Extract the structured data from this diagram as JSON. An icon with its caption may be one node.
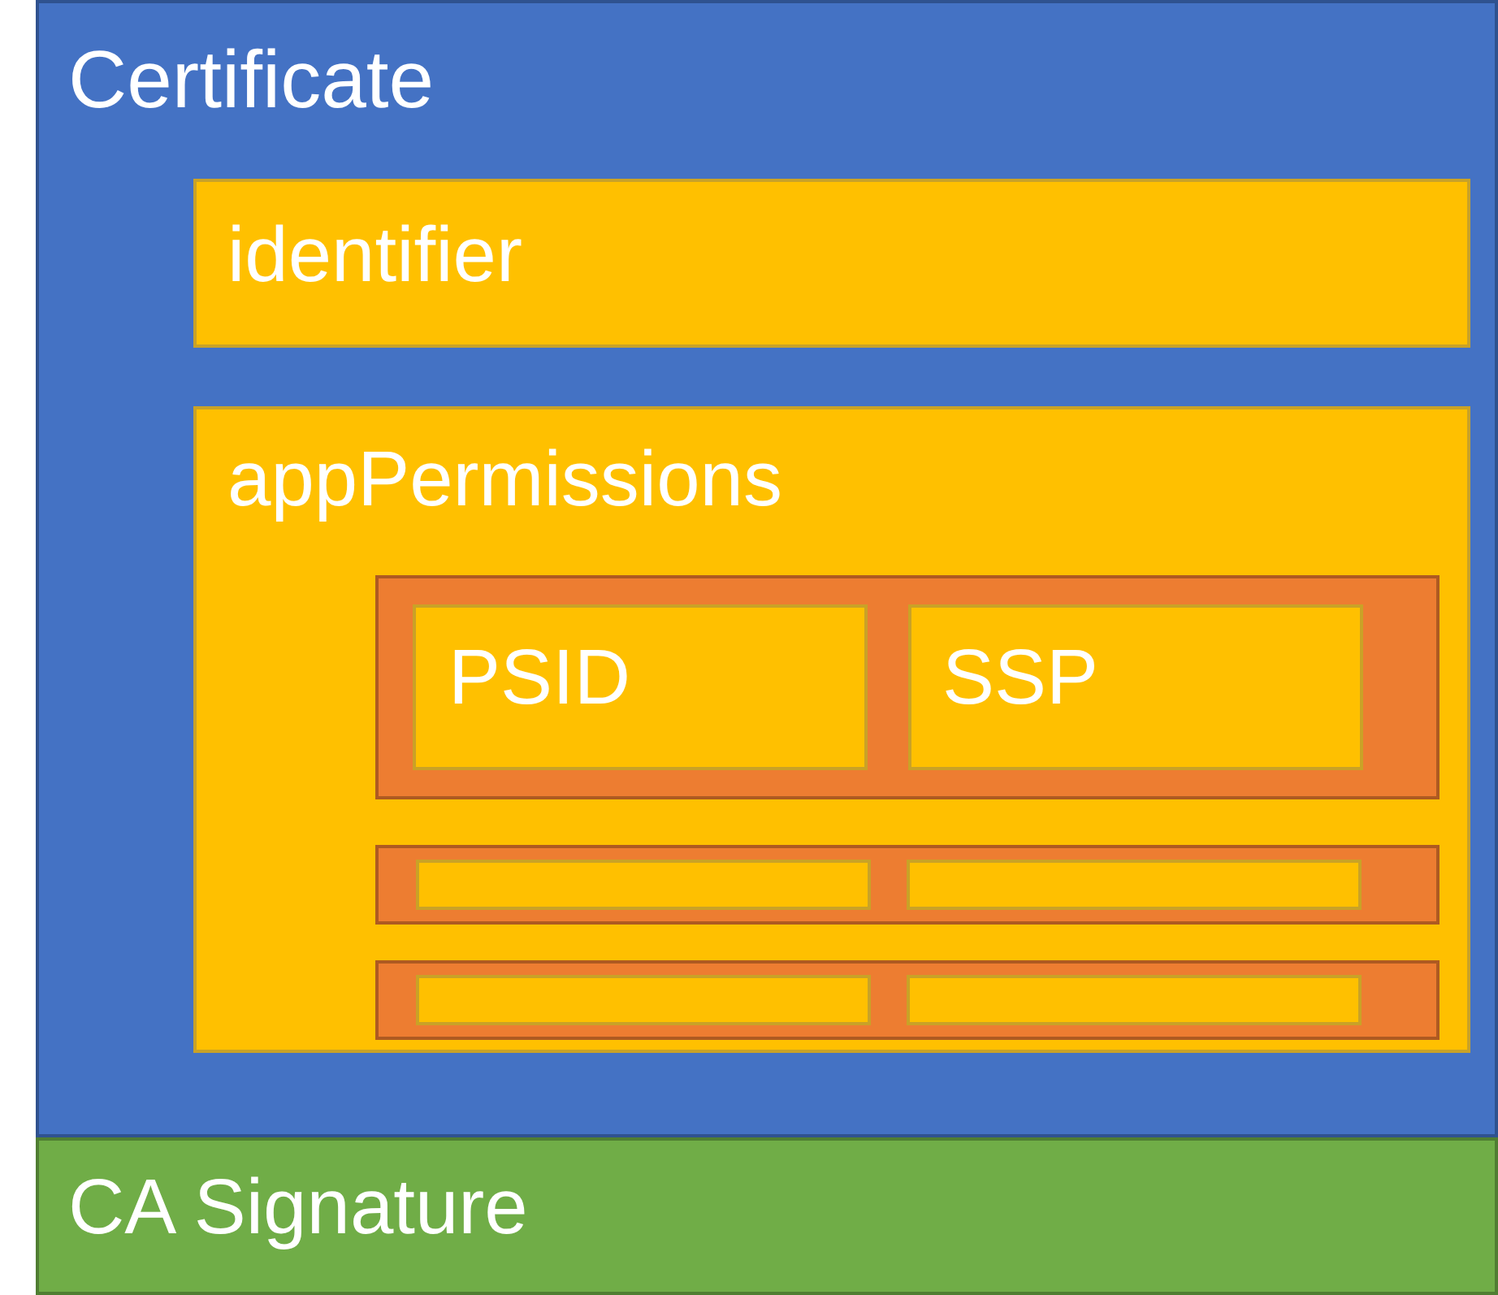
{
  "diagram": {
    "nodes": [
      {
        "text": [
          "Certificate"
        ]
      },
      {
        "text": [
          "identifier"
        ],
        "in": 0
      },
      {
        "text": [
          "appPermissions"
        ],
        "in": 0
      },
      {
        "text": [],
        "shape": "box",
        "in": 2
      },
      {
        "text": [
          "PSID"
        ],
        "in": 3
      },
      {
        "text": [
          "SSP"
        ],
        "in": 3
      },
      {
        "text": [],
        "shape": "box",
        "in": 2
      },
      {
        "text": [],
        "shape": "box",
        "in": 6
      },
      {
        "text": [],
        "shape": "box",
        "in": 6
      },
      {
        "text": [],
        "shape": "box",
        "in": 2
      },
      {
        "text": [],
        "shape": "box",
        "in": 9
      },
      {
        "text": [],
        "shape": "box",
        "in": 9
      },
      {
        "text": [
          "CA Signature"
        ]
      }
    ]
  }
}
